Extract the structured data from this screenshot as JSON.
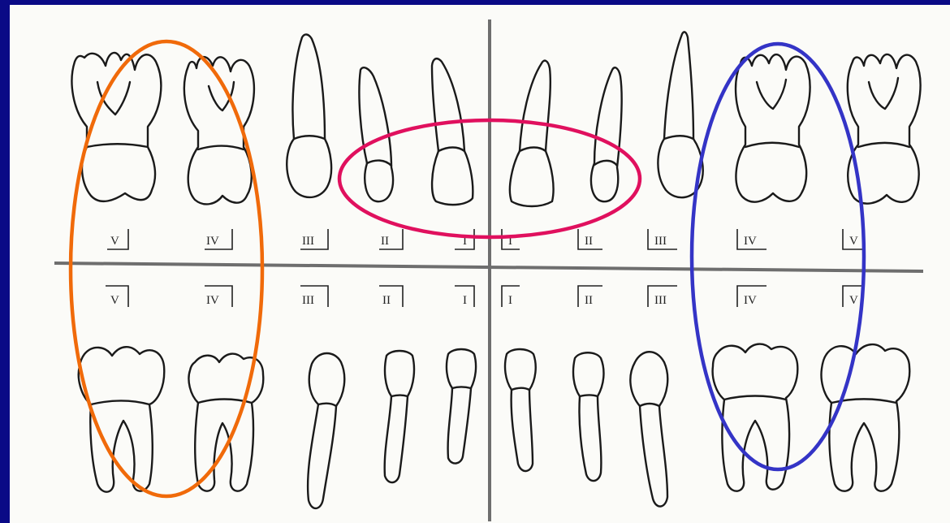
{
  "chart": {
    "upper_labels": [
      "V",
      "IV",
      "III",
      "II",
      "I",
      "I",
      "II",
      "III",
      "IV",
      "V"
    ],
    "lower_labels": [
      "V",
      "IV",
      "III",
      "II",
      "I",
      "I",
      "II",
      "III",
      "IV",
      "V"
    ]
  },
  "highlights": [
    {
      "name": "left-molars-highlight",
      "color": "#f06a0a"
    },
    {
      "name": "upper-incisors-highlight",
      "color": "#e0105e"
    },
    {
      "name": "right-molars-highlight",
      "color": "#3434c6"
    }
  ]
}
